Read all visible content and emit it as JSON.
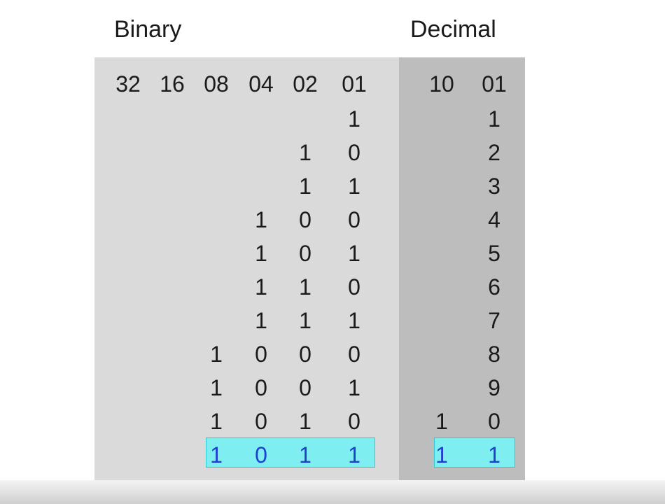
{
  "titles": {
    "binary": "Binary",
    "decimal": "Decimal"
  },
  "binary_headers": [
    "32",
    "16",
    "08",
    "04",
    "02",
    "01"
  ],
  "decimal_headers": [
    "10",
    "01"
  ],
  "rows": [
    {
      "binary": [
        "",
        "",
        "",
        "",
        "",
        "1"
      ],
      "decimal": [
        "",
        "1"
      ]
    },
    {
      "binary": [
        "",
        "",
        "",
        "",
        "1",
        "0"
      ],
      "decimal": [
        "",
        "2"
      ]
    },
    {
      "binary": [
        "",
        "",
        "",
        "",
        "1",
        "1"
      ],
      "decimal": [
        "",
        "3"
      ]
    },
    {
      "binary": [
        "",
        "",
        "",
        "1",
        "0",
        "0"
      ],
      "decimal": [
        "",
        "4"
      ]
    },
    {
      "binary": [
        "",
        "",
        "",
        "1",
        "0",
        "1"
      ],
      "decimal": [
        "",
        "5"
      ]
    },
    {
      "binary": [
        "",
        "",
        "",
        "1",
        "1",
        "0"
      ],
      "decimal": [
        "",
        "6"
      ]
    },
    {
      "binary": [
        "",
        "",
        "",
        "1",
        "1",
        "1"
      ],
      "decimal": [
        "",
        "7"
      ]
    },
    {
      "binary": [
        "",
        "",
        "1",
        "0",
        "0",
        "0"
      ],
      "decimal": [
        "",
        "8"
      ]
    },
    {
      "binary": [
        "",
        "",
        "1",
        "0",
        "0",
        "1"
      ],
      "decimal": [
        "",
        "9"
      ]
    },
    {
      "binary": [
        "",
        "",
        "1",
        "0",
        "1",
        "0"
      ],
      "decimal": [
        "1",
        "0"
      ]
    },
    {
      "binary": [
        "",
        "",
        "1",
        "0",
        "1",
        "1"
      ],
      "decimal": [
        "1",
        "1"
      ],
      "highlighted": true
    }
  ],
  "colors": {
    "binary_panel": "#dadada",
    "decimal_panel": "#bdbdbd",
    "highlight_fill": "#7feef0",
    "highlight_text": "#1f3fd0"
  }
}
